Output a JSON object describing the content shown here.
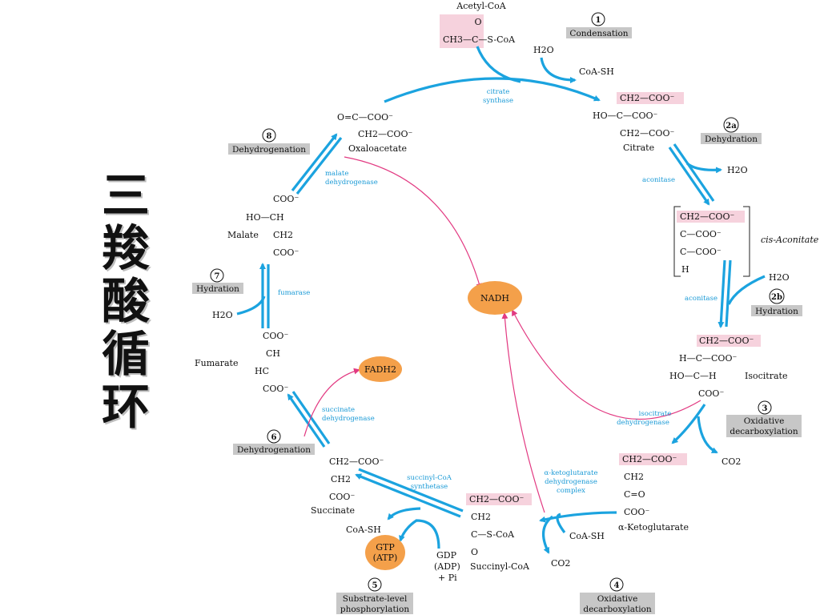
{
  "title_chars": [
    "三",
    "羧",
    "酸",
    "循",
    "环"
  ],
  "colors": {
    "arrow": "#1ba3df",
    "enzyme_text": "#1a9ad6",
    "pink_arrow": "#e23a82",
    "highlight": "#f6d2dd",
    "step_label_bg": "#c7c7c7",
    "cofactor_node": "#f4a04a"
  },
  "compounds": {
    "acetyl_coa": {
      "name": "Acetyl-CoA",
      "formula_o": "O",
      "formula_line": "CH3—C—S-CoA"
    },
    "citrate": {
      "name": "Citrate",
      "l1": "CH2—COO⁻",
      "l2": "HO—C—COO⁻",
      "l3": "CH2—COO⁻"
    },
    "cis_aconitate": {
      "name": "cis-Aconitate",
      "l1": "CH2—COO⁻",
      "l2": "C—COO⁻",
      "l3": "C—COO⁻",
      "l4": "H"
    },
    "isocitrate": {
      "name": "Isocitrate",
      "l1": "CH2—COO⁻",
      "l2": "H—C—COO⁻",
      "l3": "HO—C—H",
      "l4": "COO⁻"
    },
    "a_ketoglutarate": {
      "name": "α-Ketoglutarate",
      "l1": "CH2—COO⁻",
      "l2": "CH2",
      "l3": "C=O",
      "l4": "COO⁻"
    },
    "succinyl_coa": {
      "name": "Succinyl-CoA",
      "l1": "CH2—COO⁻",
      "l2": "CH2",
      "l3": "C—S-CoA",
      "l4": "O"
    },
    "succinate": {
      "name": "Succinate",
      "l1": "CH2—COO⁻",
      "l2": "CH2",
      "l3": "COO⁻"
    },
    "fumarate": {
      "name": "Fumarate",
      "l1": "COO⁻",
      "l2": "CH",
      "l3": "HC",
      "l4": "COO⁻"
    },
    "malate": {
      "name": "Malate",
      "l1": "COO⁻",
      "l2": "HO—CH",
      "l3": "CH2",
      "l4": "COO⁻"
    },
    "oxaloacetate": {
      "name": "Oxaloacetate",
      "l1": "O=C—COO⁻",
      "l2": "CH2—COO⁻"
    }
  },
  "enzymes": {
    "citrate_synthase": [
      "citrate",
      "synthase"
    ],
    "aconitase_1": [
      "aconitase"
    ],
    "aconitase_2": [
      "aconitase"
    ],
    "isocitrate_dh": [
      "isocitrate",
      "dehydrogenase"
    ],
    "akg_dh": [
      "α-ketoglutarate",
      "dehydrogenase",
      "complex"
    ],
    "succinyl_coa_synthetase": [
      "succinyl-CoA",
      "synthetase"
    ],
    "succinate_dh": [
      "succinate",
      "dehydrogenase"
    ],
    "fumarase": [
      "fumarase"
    ],
    "malate_dh": [
      "malate",
      "dehydrogenase"
    ]
  },
  "steps": [
    {
      "num": "1",
      "label": [
        "Condensation"
      ]
    },
    {
      "num": "2a",
      "label": [
        "Dehydration"
      ]
    },
    {
      "num": "2b",
      "label": [
        "Hydration"
      ]
    },
    {
      "num": "3",
      "label": [
        "Oxidative",
        "decarboxylation"
      ]
    },
    {
      "num": "4",
      "label": [
        "Oxidative",
        "decarboxylation"
      ]
    },
    {
      "num": "5",
      "label": [
        "Substrate-level",
        "phosphorylation"
      ]
    },
    {
      "num": "6",
      "label": [
        "Dehydrogenation"
      ]
    },
    {
      "num": "7",
      "label": [
        "Hydration"
      ]
    },
    {
      "num": "8",
      "label": [
        "Dehydrogenation"
      ]
    }
  ],
  "side_molecules": {
    "h2o_1": "H2O",
    "coash_1": "CoA-SH",
    "h2o_2": "H2O",
    "h2o_3": "H2O",
    "co2_1": "CO2",
    "coash_2": "CoA-SH",
    "co2_2": "CO2",
    "coash_3": "CoA-SH",
    "gdp": [
      "GDP",
      "(ADP)",
      "+ Pi"
    ],
    "h2o_4": "H2O"
  },
  "cofactors": {
    "nadh": "NADH",
    "fadh2": "FADH2",
    "gtp": [
      "GTP",
      "(ATP)"
    ]
  }
}
